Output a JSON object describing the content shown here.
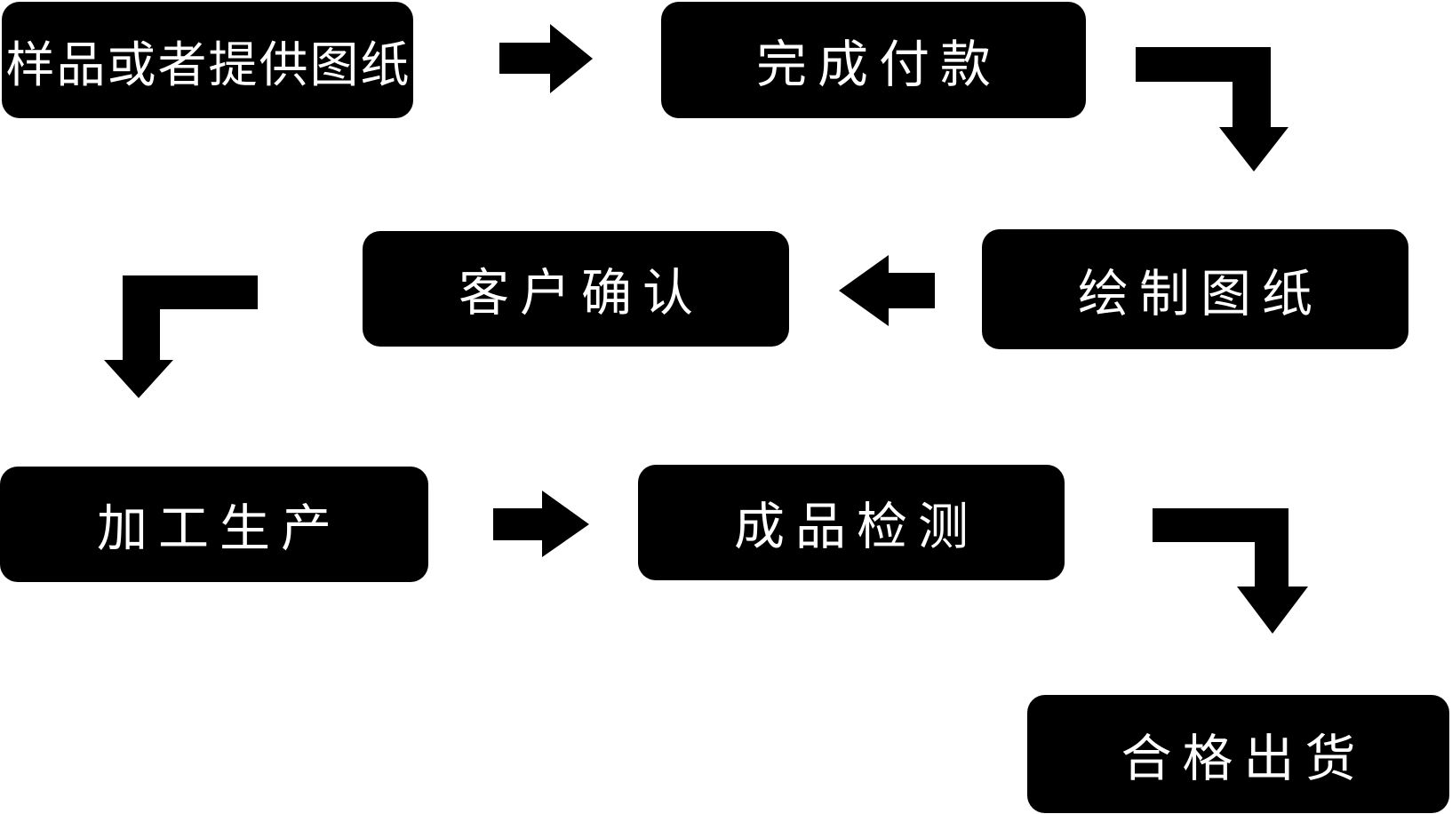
{
  "diagram": {
    "title": "production-process-flowchart",
    "background_color": "#ffffff",
    "node_fill_color": "#000000",
    "node_text_color": "#ffffff",
    "arrow_color": "#000000",
    "nodes": [
      {
        "id": "step-1",
        "label": "样品或者提供图纸"
      },
      {
        "id": "step-2",
        "label": "完成付款"
      },
      {
        "id": "step-3",
        "label": "绘制图纸"
      },
      {
        "id": "step-4",
        "label": "客户确认"
      },
      {
        "id": "step-5",
        "label": "加工生产"
      },
      {
        "id": "step-6",
        "label": "成品检测"
      },
      {
        "id": "step-7",
        "label": "合格出货"
      }
    ],
    "edges": [
      {
        "from": "样品或者提供图纸",
        "to": "完成付款",
        "direction": "right"
      },
      {
        "from": "完成付款",
        "to": "绘制图纸",
        "direction": "down-right-elbow"
      },
      {
        "from": "绘制图纸",
        "to": "客户确认",
        "direction": "left"
      },
      {
        "from": "客户确认",
        "to": "加工生产",
        "direction": "down-left-elbow"
      },
      {
        "from": "加工生产",
        "to": "成品检测",
        "direction": "right"
      },
      {
        "from": "成品检测",
        "to": "合格出货",
        "direction": "down-right-elbow"
      }
    ]
  }
}
